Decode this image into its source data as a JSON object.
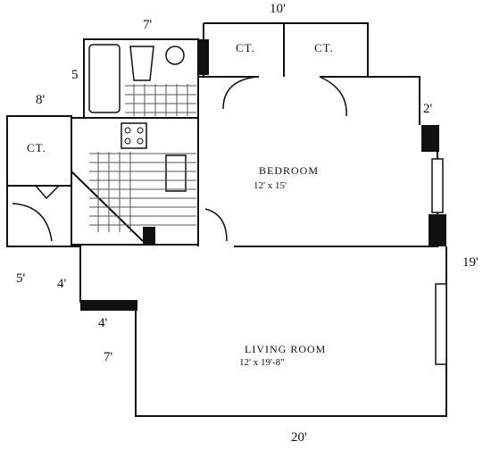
{
  "plan": {
    "dimensions": {
      "top_kitchen_width": "7'",
      "top_closets_width": "10'",
      "bath_height": "5",
      "left_closet_width": "8'",
      "right_wall_segment": "2'",
      "overall_height": "19'",
      "left_entry_width": "5'",
      "left_entry_height": "4'",
      "lower_left_height": "4'",
      "lower_left_width": "7'",
      "overall_width": "20'"
    },
    "closets": {
      "top_left": "CT.",
      "top_right": "CT.",
      "left": "CT."
    },
    "bedroom": {
      "name": "BEDROOM",
      "size": "12' x 15'"
    },
    "living_room": {
      "name": "LIVING   ROOM",
      "size": "12' x 19'-8\""
    }
  }
}
